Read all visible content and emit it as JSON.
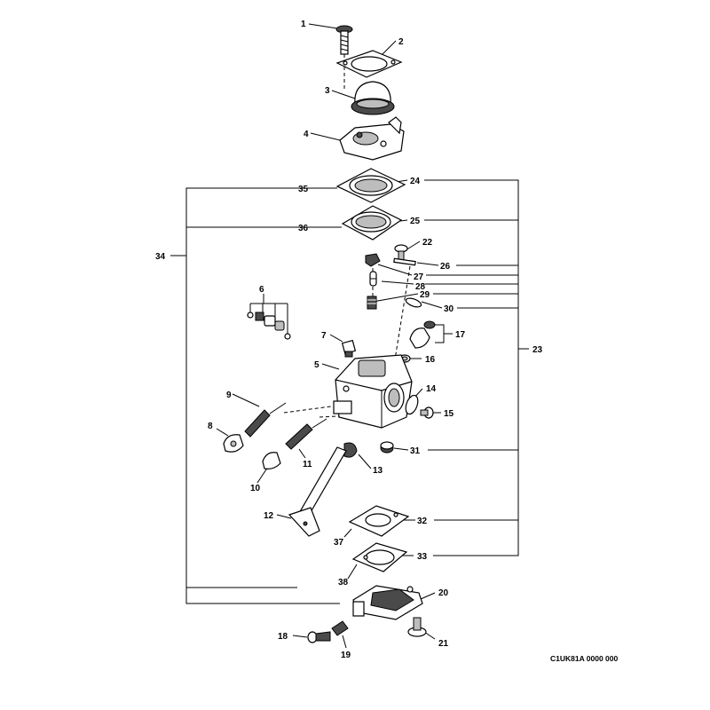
{
  "drawing_code": "C1UK81A 0000 000",
  "callouts": {
    "c1": "1",
    "c2": "2",
    "c3": "3",
    "c4": "4",
    "c5": "5",
    "c6": "6",
    "c7": "7",
    "c8": "8",
    "c9": "9",
    "c10": "10",
    "c11": "11",
    "c12": "12",
    "c13": "13",
    "c14": "14",
    "c15": "15",
    "c16": "16",
    "c17": "17",
    "c18": "18",
    "c19": "19",
    "c20": "20",
    "c21": "21",
    "c22": "22",
    "c23": "23",
    "c24": "24",
    "c25": "25",
    "c26": "26",
    "c27": "27",
    "c28": "28",
    "c29": "29",
    "c30": "30",
    "c31": "31",
    "c32": "32",
    "c33": "33",
    "c34": "34",
    "c35": "35",
    "c36": "36",
    "c37": "37",
    "c38": "38"
  }
}
